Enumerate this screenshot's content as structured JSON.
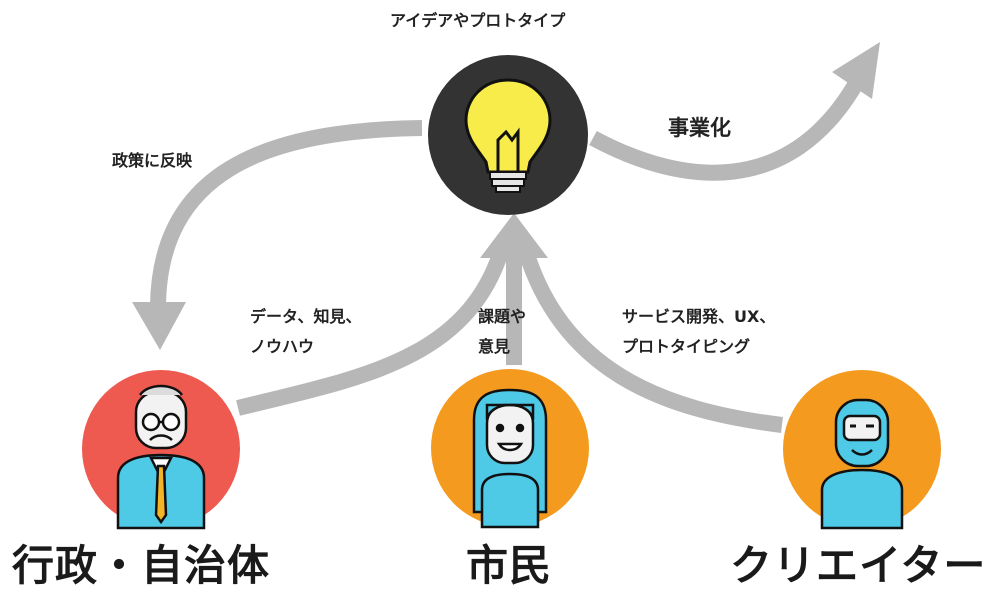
{
  "center": {
    "title": "アイデアやプロトタイプ",
    "icon": "lightbulb-icon"
  },
  "edges": {
    "policy": "政策に反映",
    "business": "事業化",
    "gov_data": [
      "データ、知見、",
      "ノウハウ"
    ],
    "citizen_input": [
      "課題や",
      "意見"
    ],
    "creator_input": [
      "サービス開発、UX、",
      "プロトタイピング"
    ]
  },
  "actors": [
    {
      "label": "行政・自治体",
      "icon": "government-official-icon",
      "color": "#ee5a50"
    },
    {
      "label": "市民",
      "icon": "citizen-icon",
      "color": "#f39a1f"
    },
    {
      "label": "クリエイター",
      "icon": "creator-icon",
      "color": "#f39a1f"
    }
  ],
  "colors": {
    "arrow": "#b7b7b7",
    "bulb_circle": "#333333",
    "bulb": "#f7ec4a",
    "figure": "#4ec9e6"
  }
}
